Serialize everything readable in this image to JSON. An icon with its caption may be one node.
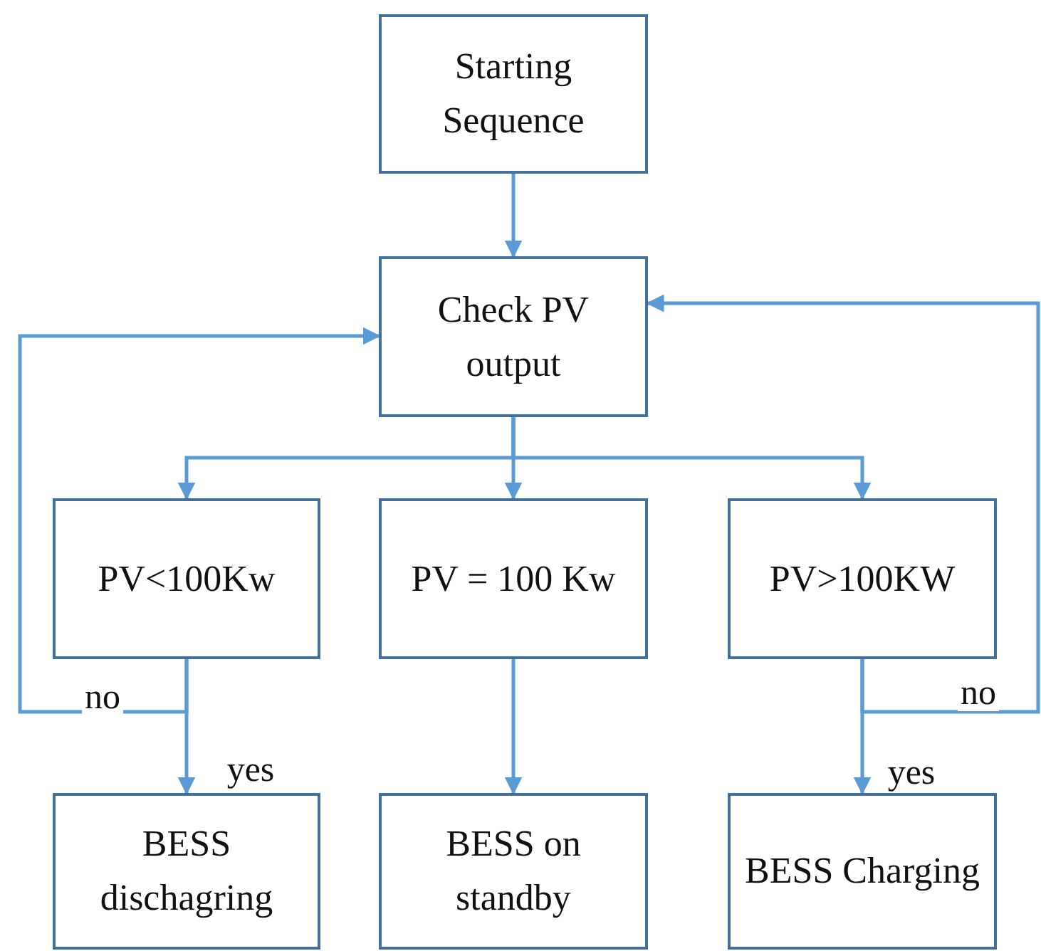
{
  "diagram": {
    "nodes": [
      {
        "text": [
          "Starting Sequence"
        ]
      },
      {
        "text": [
          "Check PV output"
        ]
      },
      {
        "text": [
          "PV<100Kw"
        ]
      },
      {
        "text": [
          "PV = 100 Kw"
        ]
      },
      {
        "text": [
          "PV>100KW"
        ]
      },
      {
        "text": [
          "BESS dischagring"
        ]
      },
      {
        "text": [
          "BESS on standby"
        ]
      },
      {
        "text": [
          "BESS Charging"
        ]
      }
    ],
    "edges": [
      {
        "from": 0,
        "to": 1,
        "arrow": "to"
      },
      {
        "from": 1,
        "to": 2,
        "arrow": "to"
      },
      {
        "from": 1,
        "to": 3,
        "arrow": "to"
      },
      {
        "from": 1,
        "to": 4,
        "arrow": "to"
      },
      {
        "from": 2,
        "to": 5,
        "arrow": "to",
        "label": "yes"
      },
      {
        "from": 2,
        "to": 1,
        "arrow": "to",
        "label": "no"
      },
      {
        "from": 3,
        "to": 6,
        "arrow": "to"
      },
      {
        "from": 4,
        "to": 7,
        "arrow": "to",
        "label": "yes"
      },
      {
        "from": 4,
        "to": 1,
        "arrow": "to",
        "label": "no"
      }
    ]
  }
}
